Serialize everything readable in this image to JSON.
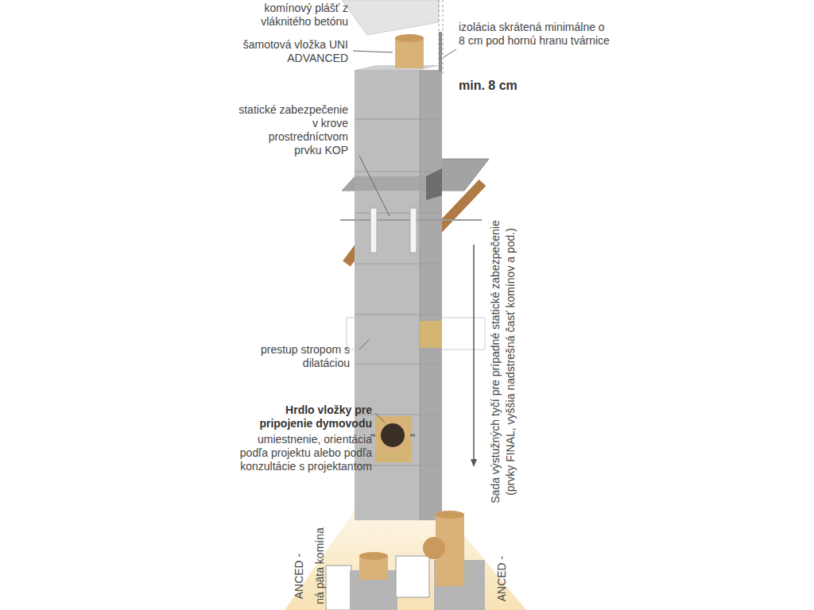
{
  "diagram": {
    "labels": [
      "komínový plášť z vláknitého betónu",
      "šamotová vložka UNI ADVANCED",
      "izolácia skrátená minimálne o 8 cm pod hornú hranu tvárnice",
      "min. 8 cm",
      "statické zabezpečenie v krove prostredníctvom prvku KOP",
      "prestup stropom s dilatáciou",
      "Hrdlo vložky pre pripojenie dymovodu",
      "umiestnenie, orientácia podľa projektu alebo podľa konzultácie s projektantom",
      "Sada výstužných tyčí pre prípadné statické zabezpečenie",
      "(prvky FINAL, vyššia nadstrešná časť komínov a pod.)",
      "ANCED -",
      "ná päta komína",
      "ANCED -"
    ]
  }
}
